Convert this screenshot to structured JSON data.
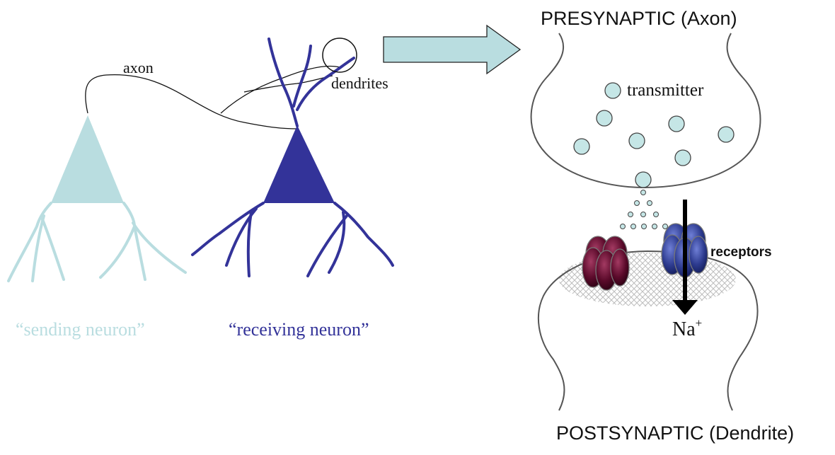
{
  "labels": {
    "axon": "axon",
    "dendrites": "dendrites",
    "sending_neuron": "“sending neuron”",
    "receiving_neuron": "“receiving neuron”",
    "presynaptic": "PRESYNAPTIC (Axon)",
    "postsynaptic": "POSTSYNAPTIC (Dendrite)",
    "transmitter": "transmitter",
    "receptors": "receptors",
    "na_base": "Na",
    "na_superscript": "+"
  },
  "colors": {
    "sending_neuron": "#b9dde0",
    "receiving_neuron": "#333399",
    "arrow_fill": "#b9dde0",
    "terminal_outline": "#555555",
    "transmitter_fill": "#c5e6e6",
    "receptor_left": "#5a0a2a",
    "receptor_right": "#2d3b8f"
  },
  "icons": {
    "arrow": "right-block-arrow",
    "magnifier": "circle-highlight"
  }
}
